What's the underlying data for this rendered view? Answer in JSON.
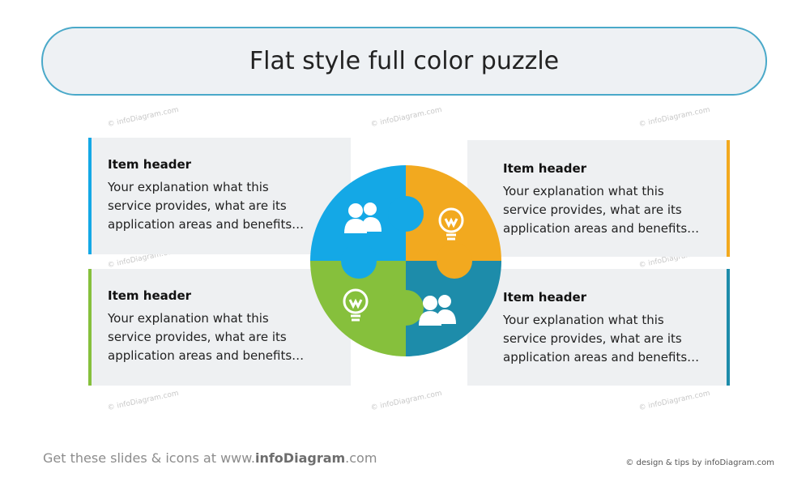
{
  "title": "Flat style full color puzzle",
  "colors": {
    "blue": "#14a8e6",
    "orange": "#f2a91f",
    "green": "#86c03c",
    "teal": "#1d8caa",
    "title_border": "#4aa9c9"
  },
  "cards": [
    {
      "header": "Item header",
      "text": "Your explanation what this service provides, what are its application areas and benefits…",
      "accent": "#14a8e6"
    },
    {
      "header": "Item header",
      "text": "Your explanation what this service provides, what are its application areas and benefits…",
      "accent": "#f2a91f"
    },
    {
      "header": "Item header",
      "text": "Your explanation what this service provides, what are its application areas and benefits…",
      "accent": "#86c03c"
    },
    {
      "header": "Item header",
      "text": "Your explanation what this service provides, what are its application areas and benefits…",
      "accent": "#1d8caa"
    }
  ],
  "puzzle_icons": [
    "users-icon",
    "lightbulb-icon",
    "lightbulb-icon",
    "users-icon"
  ],
  "footer": {
    "prefix": "Get these slides  & icons at www.",
    "brand": "infoDiagram",
    "suffix": ".com",
    "credit": "© design & tips by infoDiagram.com"
  },
  "watermark": "© infoDiagram.com"
}
